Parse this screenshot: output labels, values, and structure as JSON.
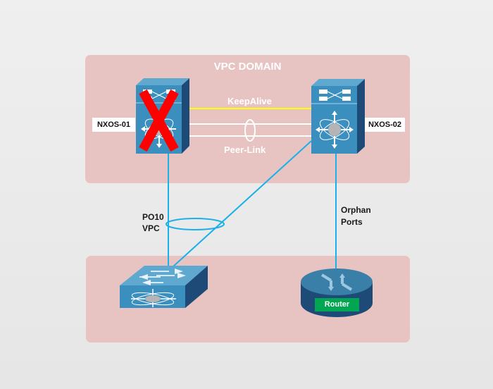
{
  "diagram": {
    "domain_title": "VPC DOMAIN",
    "nodes": {
      "nxos01": {
        "label": "NXOS-01",
        "status": "failed",
        "failure_mark": "X"
      },
      "nxos02": {
        "label": "NXOS-02",
        "status": "up"
      },
      "access_switch": {
        "label": ""
      },
      "router": {
        "label": "Router"
      }
    },
    "links": {
      "keepalive": {
        "label": "KeepAlive",
        "color": "#ffff00"
      },
      "peer_link": {
        "label": "Peer-Link",
        "color": "#ffffff"
      },
      "vpc": {
        "label_line1": "PO10",
        "label_line2": "VPC",
        "color": "#1ab0e8"
      },
      "orphan": {
        "label_line1": "Orphan",
        "label_line2": "Ports",
        "color": "#1ab0e8"
      }
    },
    "colors": {
      "zone_fill": "#e7c4c2",
      "device_front": "#3a8fbf",
      "device_top": "#5fa9d0",
      "device_side": "#1e4a78",
      "failure_red": "#ff0000",
      "router_label_green": "#00a651"
    }
  }
}
